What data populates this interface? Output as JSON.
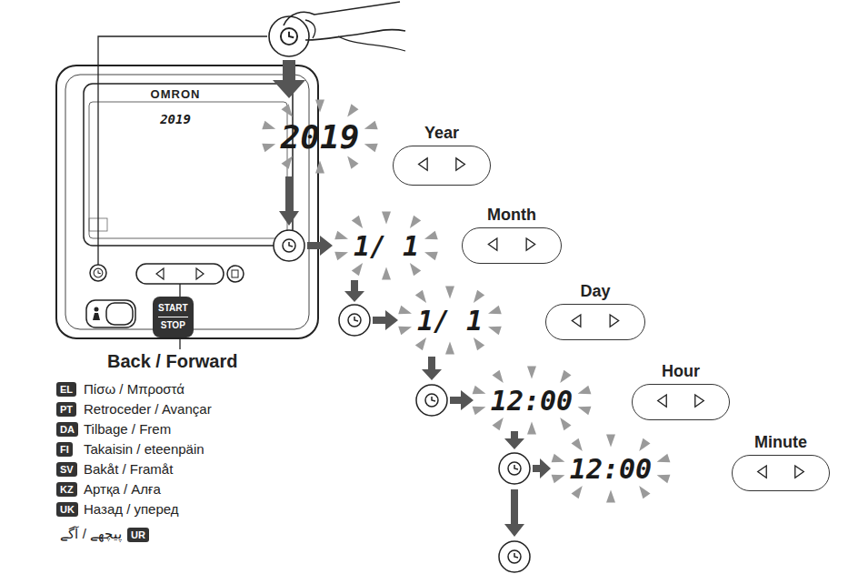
{
  "diagram": {
    "nodes": [
      {
        "text": [
          "START",
          "STOP"
        ]
      },
      {
        "text": [
          "Year"
        ]
      },
      {
        "text": [
          "Month"
        ]
      },
      {
        "text": [
          "Day"
        ]
      },
      {
        "text": [
          "Hour"
        ]
      },
      {
        "text": [
          "Minute"
        ]
      },
      {
        "text": [
          "EL"
        ]
      },
      {
        "text": [
          "PT"
        ]
      },
      {
        "text": [
          "DA"
        ]
      },
      {
        "text": [
          "FI"
        ]
      },
      {
        "text": [
          "SV"
        ]
      },
      {
        "text": [
          "KZ"
        ]
      },
      {
        "text": [
          "UK"
        ]
      },
      {
        "text": [
          "UR"
        ]
      }
    ],
    "labels": [
      "OMRON",
      "2019",
      "2019",
      "1/ 1",
      "1/ 1",
      "12:00",
      "12:00",
      "Back / Forward",
      "Πίσω / Μπροστά",
      "Retroceder / Avançar",
      "Tilbage / Frem",
      "Takaisin / eteenpäin",
      "Bakåt / Framåt",
      "Артқа / Алға",
      "Назад / уперед",
      "پیچھے / آگے"
    ]
  }
}
